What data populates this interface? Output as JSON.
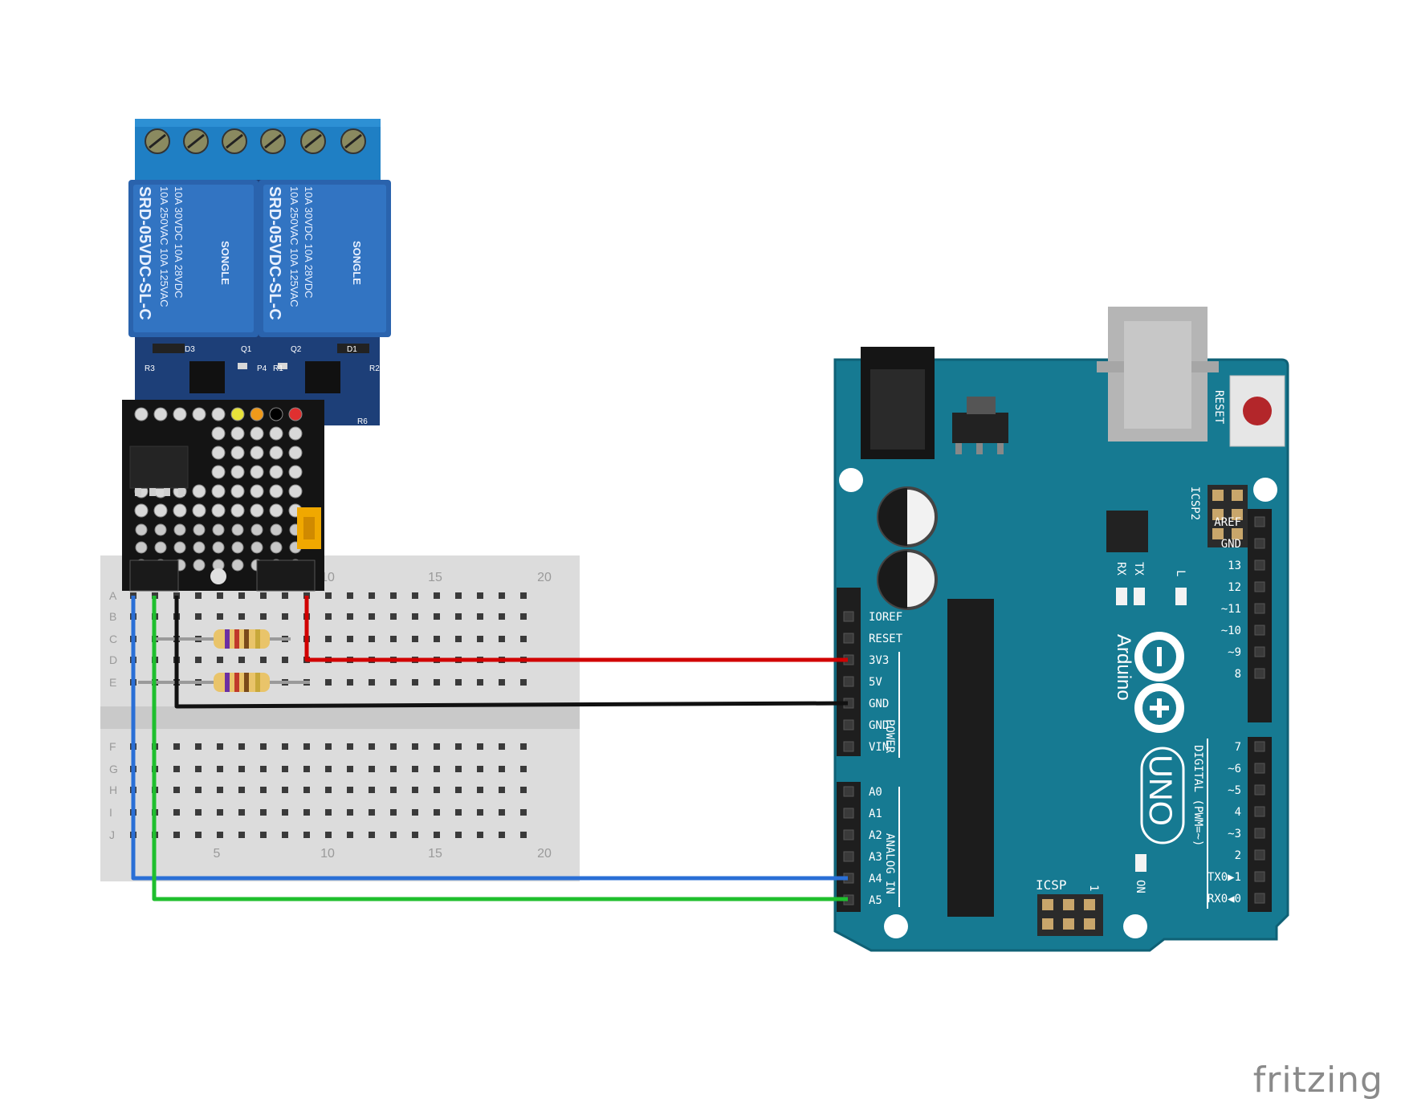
{
  "breadboard": {
    "rows_top": [
      "A",
      "B",
      "C",
      "D",
      "E"
    ],
    "rows_bottom": [
      "F",
      "G",
      "H",
      "I",
      "J"
    ],
    "col_numbers": [
      "5",
      "10",
      "15",
      "20"
    ]
  },
  "relay_module": {
    "relay_model": "SRD-05VDC-SL-C",
    "relay_brand": "SONGLE",
    "rating_lines": [
      "10A 250VAC  10A 125VAC",
      "10A 30VDC  10A 28VDC"
    ],
    "component_labels": [
      "D3",
      "Q1",
      "Q2",
      "D1",
      "R3",
      "R1",
      "P4",
      "R2",
      "R6"
    ]
  },
  "arduino": {
    "reset_label": "RESET",
    "icsp2_label": "ICSP2",
    "icsp_label": "ICSP",
    "icsp_pin1": "1",
    "on_label": "ON",
    "tx_label": "TX",
    "rx_label": "RX",
    "l_label": "L",
    "brand": "Arduino",
    "model": "UNO",
    "power_label": "POWER",
    "analog_label": "ANALOG IN",
    "digital_label": "DIGITAL (PWM=~)",
    "power_pins": [
      "IOREF",
      "RESET",
      "3V3",
      "5V",
      "GND",
      "GND",
      "VIN"
    ],
    "analog_pins": [
      "A0",
      "A1",
      "A2",
      "A3",
      "A4",
      "A5"
    ],
    "digital_top": [
      "AREF",
      "GND",
      "13",
      "12",
      "~11",
      "~10",
      "~9",
      "8"
    ],
    "digital_bottom": [
      "7",
      "~6",
      "~5",
      "4",
      "~3",
      "2",
      "TX0▶1",
      "RX0◀0"
    ]
  },
  "colors": {
    "board": "#167a92",
    "board_edge": "#0f6176",
    "wire_red": "#d10000",
    "wire_black": "#111111",
    "wire_blue": "#2a6fd6",
    "wire_green": "#1fbf2e",
    "breadboard": "#dcdcdc"
  },
  "footer": {
    "brand": "fritzing"
  }
}
